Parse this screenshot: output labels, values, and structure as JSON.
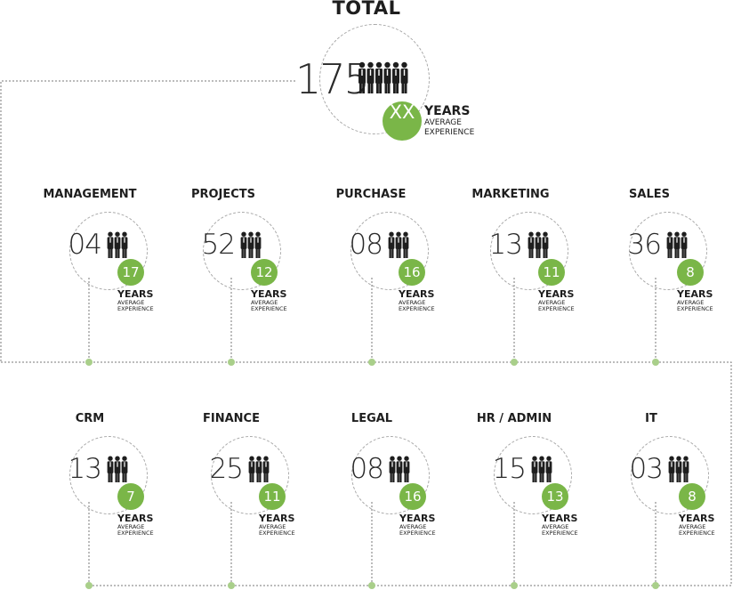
{
  "title": "TOTAL",
  "total": {
    "count": "175",
    "avg_years": "XX",
    "years_label": "YEARS",
    "average_label": "AVERAGE",
    "experience_label": "EXPERIENCE"
  },
  "departments": [
    {
      "name": "MANAGEMENT",
      "count": "04",
      "avg_years": "17"
    },
    {
      "name": "PROJECTS",
      "count": "52",
      "avg_years": "12"
    },
    {
      "name": "PURCHASE",
      "count": "08",
      "avg_years": "16"
    },
    {
      "name": "MARKETING",
      "count": "13",
      "avg_years": "11"
    },
    {
      "name": "SALES",
      "count": "36",
      "avg_years": "8"
    },
    {
      "name": "CRM",
      "count": "13",
      "avg_years": "7"
    },
    {
      "name": "FINANCE",
      "count": "25",
      "avg_years": "11"
    },
    {
      "name": "LEGAL",
      "count": "08",
      "avg_years": "16"
    },
    {
      "name": "HR / ADMIN",
      "count": "15",
      "avg_years": "13"
    },
    {
      "name": "IT",
      "count": "03",
      "avg_years": "8"
    }
  ],
  "labels": {
    "years": "YEARS",
    "average": "AVERAGE",
    "experience": "EXPERIENCE"
  },
  "colors": {
    "accent": "#7ab648",
    "text": "#1e1e1e",
    "connector": "#7a7a7a"
  },
  "icons": {
    "people": "people-group-icon",
    "connector_dot": "connector-dot"
  }
}
